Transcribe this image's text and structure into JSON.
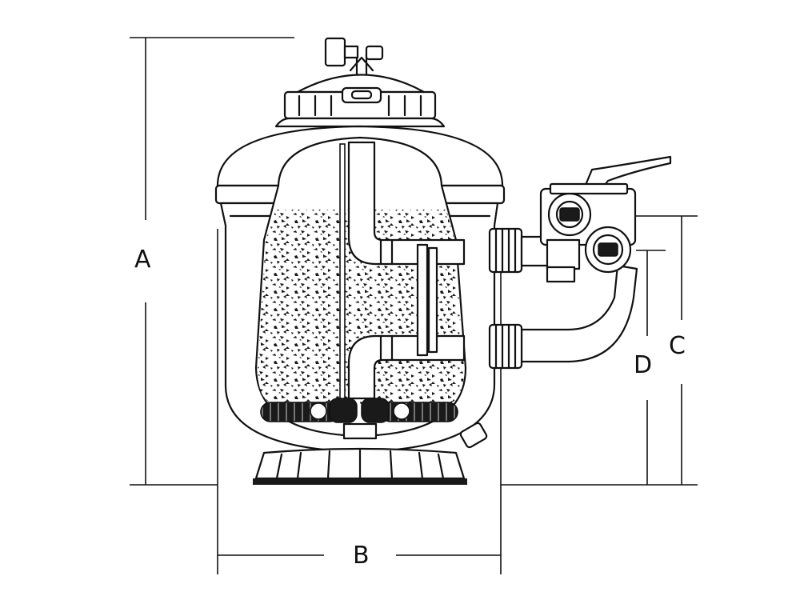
{
  "dimensions": {
    "a": "A",
    "b": "B",
    "c": "C",
    "d": "D"
  },
  "colors": {
    "stroke": "#111111",
    "background": "#ffffff"
  }
}
